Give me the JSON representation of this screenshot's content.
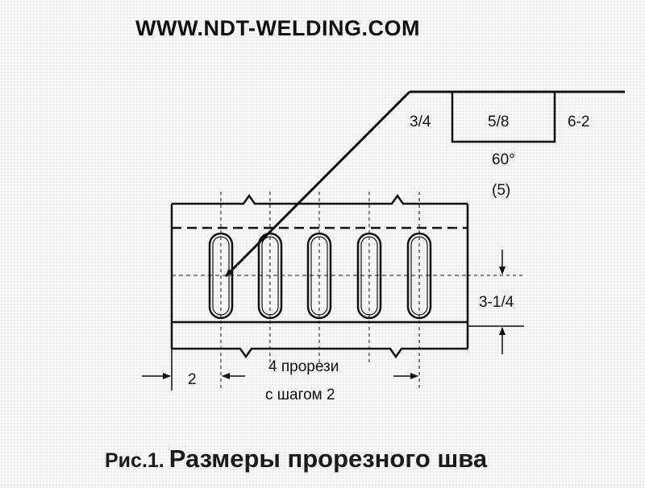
{
  "header": {
    "website": "WWW.NDT-WELDING.COM"
  },
  "weld_symbol": {
    "arrow_side_size": "3/4",
    "fill_depth": "5/8",
    "length_pitch": "6-2",
    "angle": "60°",
    "count": "(5)"
  },
  "dimensions": {
    "height": "3-1/4",
    "edge_distance": "2",
    "slots_line1": "4 прорези",
    "slots_line2": "с шагом 2"
  },
  "caption": {
    "figure": "Рис.1.",
    "title": "Размеры прорезного шва"
  }
}
